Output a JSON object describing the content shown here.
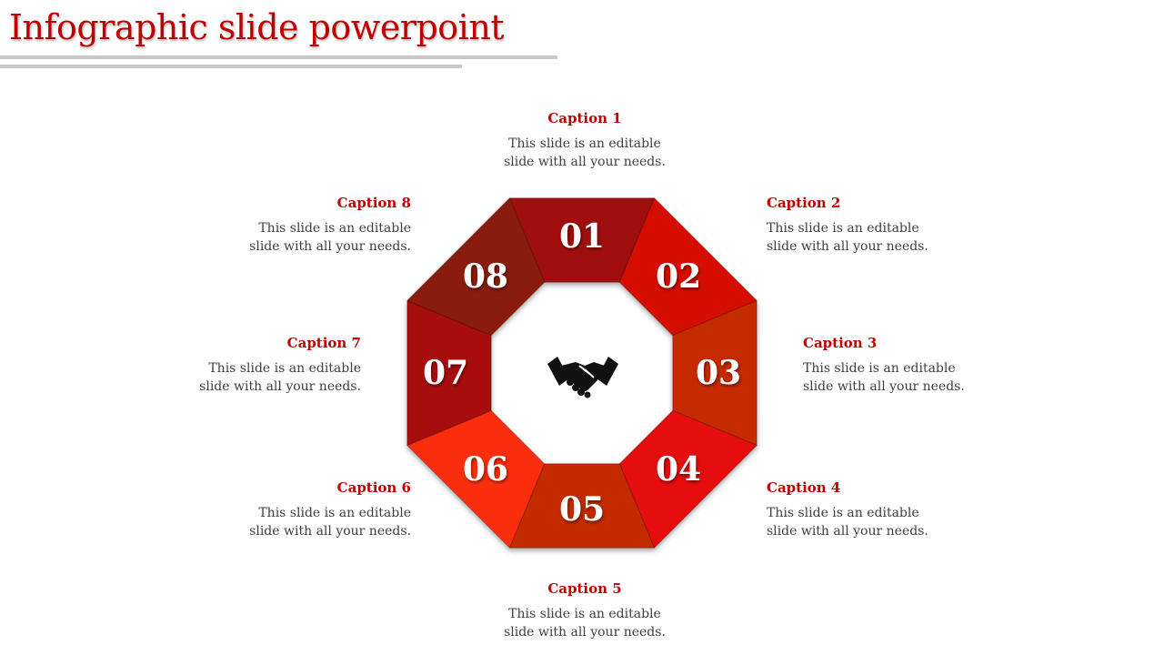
{
  "title": "Infographic slide powerpoint",
  "colors": {
    "accent": "#c00000",
    "segments": [
      "#a00f0a",
      "#d50a06",
      "#c62b05",
      "#e50b0b",
      "#c42a06",
      "#fa2d10",
      "#a70909",
      "#8a1c08"
    ]
  },
  "center_icon": "handshake-icon",
  "segments": [
    {
      "number": "01"
    },
    {
      "number": "02"
    },
    {
      "number": "03"
    },
    {
      "number": "04"
    },
    {
      "number": "05"
    },
    {
      "number": "06"
    },
    {
      "number": "07"
    },
    {
      "number": "08"
    }
  ],
  "captions": [
    {
      "title": "Caption 1",
      "line1": "This slide is an editable",
      "line2": "slide with all your needs."
    },
    {
      "title": "Caption 2",
      "line1": "This slide is an editable",
      "line2": "slide with all your needs."
    },
    {
      "title": "Caption 3",
      "line1": "This slide is an editable",
      "line2": "slide with all your needs."
    },
    {
      "title": "Caption 4",
      "line1": "This slide is an editable",
      "line2": "slide with all your needs."
    },
    {
      "title": "Caption 5",
      "line1": "This slide is an editable",
      "line2": "slide with all your needs."
    },
    {
      "title": "Caption 6",
      "line1": "This slide is an editable",
      "line2": "slide with all your needs."
    },
    {
      "title": "Caption 7",
      "line1": "This slide is an editable",
      "line2": "slide with all your needs."
    },
    {
      "title": "Caption 8",
      "line1": "This slide is an editable",
      "line2": "slide with all your needs."
    }
  ]
}
